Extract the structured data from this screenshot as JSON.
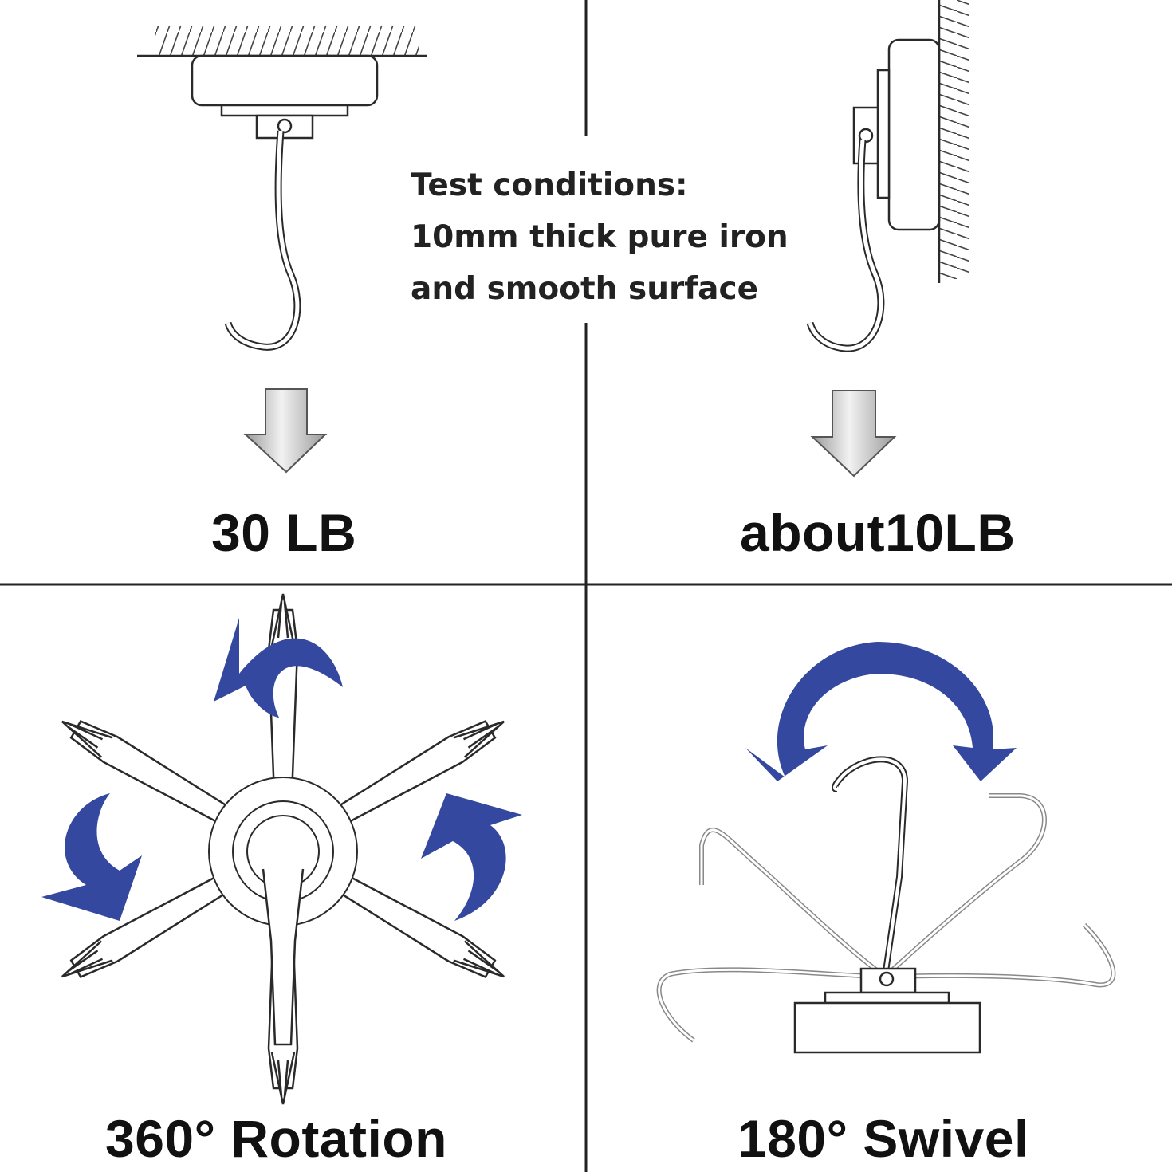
{
  "note": {
    "line1": "Test conditions:",
    "line2": "10mm thick pure iron",
    "line3": "and smooth surface"
  },
  "panels": {
    "ceiling": {
      "caption": "30 LB"
    },
    "wall": {
      "caption": "about10LB"
    },
    "rotation": {
      "caption": "360° Rotation"
    },
    "swivel": {
      "caption": "180° Swivel"
    }
  },
  "colors": {
    "arrow_blue": "#33489e",
    "line": "#2a2a2a",
    "arrow_grey": "#b8b8b8"
  }
}
